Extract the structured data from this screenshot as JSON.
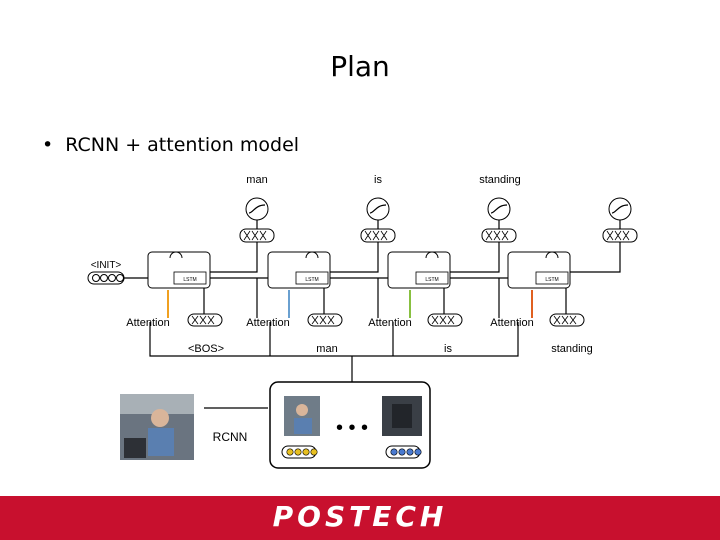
{
  "slide": {
    "title": "Plan",
    "bullet_marker": "•",
    "bullet_text": "RCNN + attention model"
  },
  "diagram": {
    "output_words": [
      "man",
      "is",
      "standing"
    ],
    "input_words": [
      "<BOS>",
      "man",
      "is",
      "standing"
    ],
    "init_label": "<INIT>",
    "attention_label": "Attention",
    "lstm_label": "LSTM",
    "rcnn_label": "RCNN",
    "ellipsis": "• • •",
    "attention_arrow_colors": [
      "#f0a020",
      "#6aa0d0",
      "#88c040",
      "#e06020"
    ],
    "region_dot_colors": [
      "#e8c020",
      "#4a7ad0"
    ]
  },
  "footer": {
    "logo_text": "POSTECH",
    "color": "#c8102e"
  }
}
